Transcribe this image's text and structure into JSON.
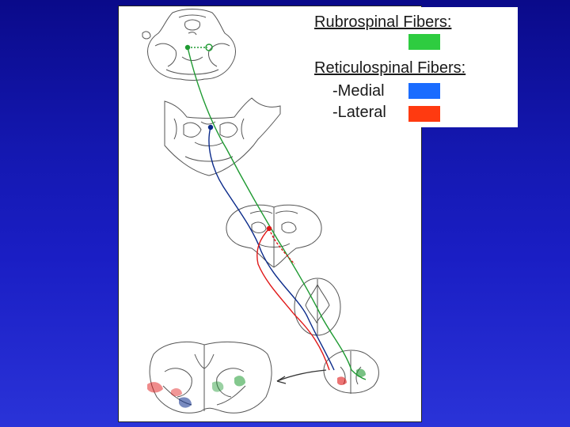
{
  "legend": {
    "rubrospinal": {
      "label": "Rubrospinal Fibers:",
      "color": "#2ecc40"
    },
    "reticulospinal": {
      "label": "Reticulospinal Fibers:",
      "medial": {
        "label": "-Medial",
        "color": "#1a6cff"
      },
      "lateral": {
        "label": "-Lateral",
        "color": "#ff3a10"
      }
    }
  },
  "tract_colors": {
    "rubrospinal": "#1f9a32",
    "medial_reticulospinal": "#0a2a8a",
    "lateral_reticulospinal": "#e01818",
    "outline": "#555555"
  }
}
